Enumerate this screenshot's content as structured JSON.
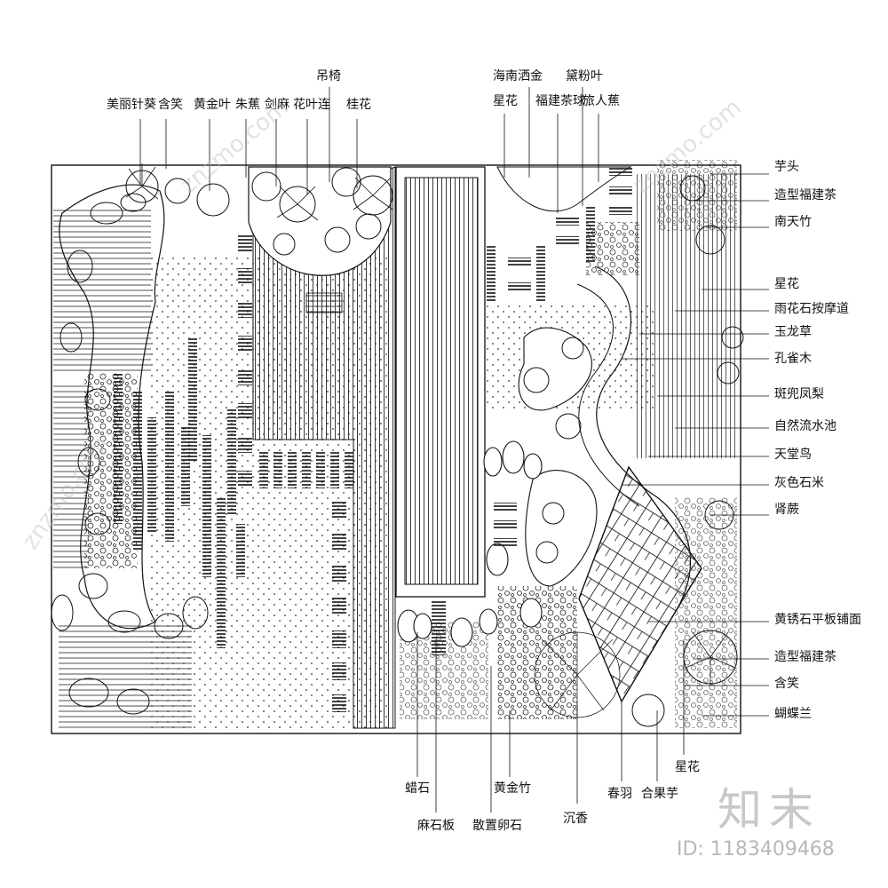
{
  "top_labels": {
    "l1": "美丽针葵",
    "l2": "含笑",
    "l3": "黄金叶",
    "l4": "朱蕉",
    "l5": "剑麻",
    "l6": "花叶连",
    "l7": "吊椅",
    "l8": "桂花",
    "l9a": "海南洒金",
    "l9b": "星花",
    "l10": "福建茶球",
    "l11": "黛粉叶",
    "l12": "旅人蕉"
  },
  "right_labels": [
    "芋头",
    "造型福建茶",
    "南天竹",
    "星花",
    "雨花石按摩道",
    "玉龙草",
    "孔雀木",
    "斑兜凤梨",
    "自然流水池",
    "天堂鸟",
    "灰色石米",
    "肾蕨",
    "黄锈石平板铺面",
    "造型福建茶",
    "含笑",
    "蝴蝶兰"
  ],
  "bottom_labels": {
    "b1": "蜡石",
    "b2": "麻石板",
    "b3": "黄金竹",
    "b4": "散置卵石",
    "b5": "沉香",
    "b6": "春羽",
    "b7": "合果芋",
    "b8": "星花"
  },
  "watermark": {
    "logo": "知末",
    "id": "ID: 1183409468",
    "diag": "znzmo.com"
  }
}
